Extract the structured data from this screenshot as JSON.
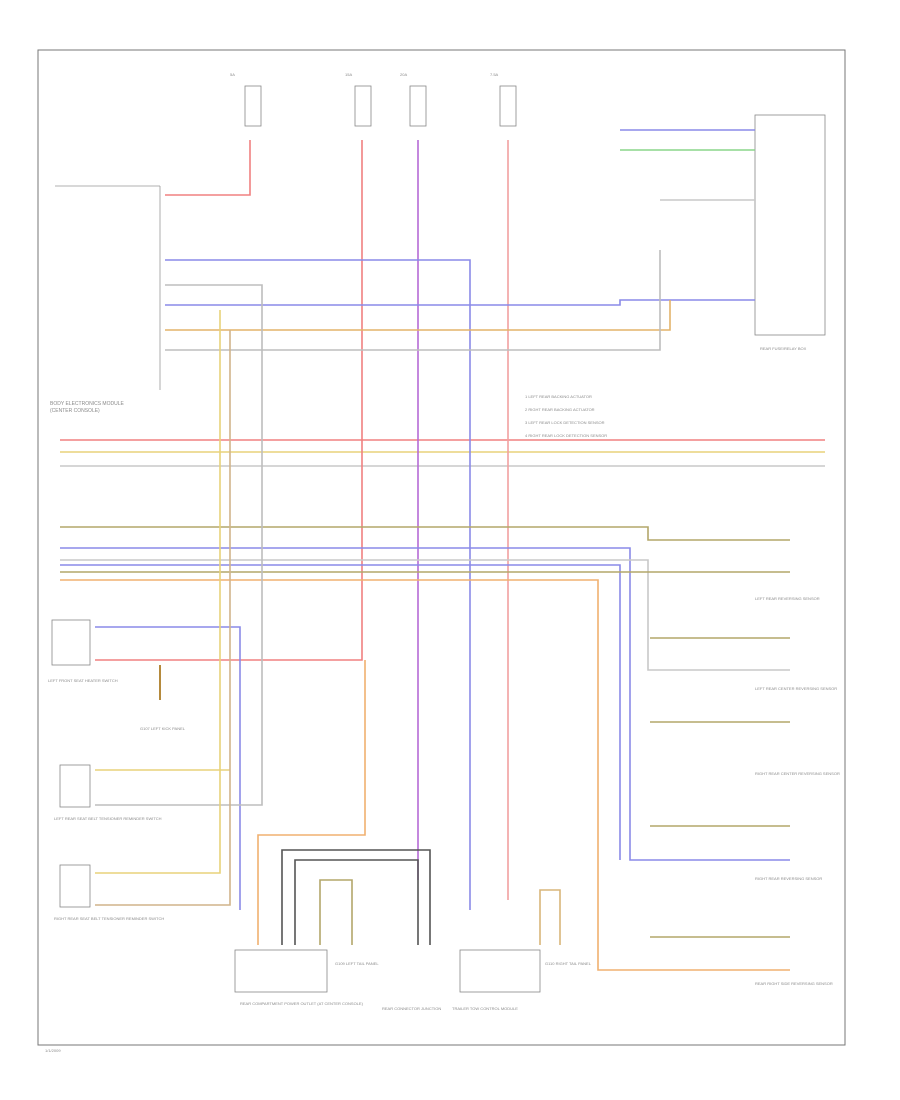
{
  "diagram": {
    "footer_code": "1/1/2009",
    "fuses_top": [
      {
        "name": "fuse-5a",
        "label": "5A"
      },
      {
        "name": "fuse-15a",
        "label": "15A"
      },
      {
        "name": "fuse-20a",
        "label": "20A"
      },
      {
        "name": "fuse-7-5a",
        "label": "7.5A"
      }
    ],
    "legend": [
      "1 LEFT REAR BACKING ACTUATOR",
      "2 RIGHT REAR BACKING ACTUATOR",
      "3 LEFT REAR LOCK DETECTION SENSOR",
      "4 RIGHT REAR LOCK DETECTION SENSOR"
    ],
    "components": {
      "bem": "BODY ELECTRONICS MODULE",
      "bem_sub": "(CENTER CONSOLE)",
      "ground_g1": "G107 LEFT KICK PANEL",
      "left_seat_switch": "LEFT FRONT SEAT HEATER SWITCH",
      "left_rear_sensor": "LEFT REAR SEAT BELT TENSIONER REMINDER SWITCH",
      "right_rear_sensor": "RIGHT REAR SEAT BELT TENSIONER REMINDER SWITCH",
      "rear_power_outlet": "REAR COMPARTMENT POWER OUTLET (AT CENTER CONSOLE)",
      "g_left_tail": "G109 LEFT TAIL PANEL",
      "rear_junction": "REAR CONNECTOR JUNCTION",
      "trailer_module": "TRAILER TOW CONTROL MODULE",
      "g_right_tail": "G110 RIGHT TAIL PANEL",
      "rear_fuse_box": "REAR FUSE/RELAY BOX",
      "left_rear_sensor_r": "LEFT REAR REVERSING SENSOR",
      "center_sensor_r": "LEFT REAR CENTER REVERSING SENSOR",
      "right_center_sensor_r": "RIGHT REAR CENTER REVERSING SENSOR",
      "right_rear_sensor_r": "RIGHT REAR REVERSING SENSOR",
      "rear_right_sensor": "REAR RIGHT SIDE REVERSING SENSOR"
    }
  }
}
